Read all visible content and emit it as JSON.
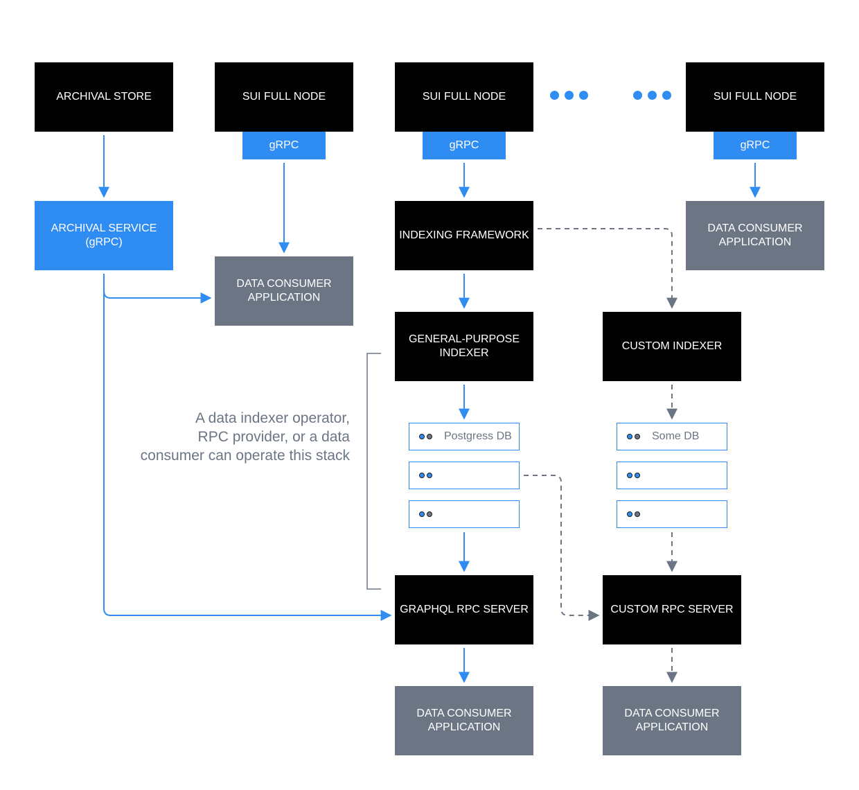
{
  "nodes": {
    "archival_store": "ARCHIVAL STORE",
    "sui_full_node_1": "SUI FULL NODE",
    "sui_full_node_2": "SUI FULL NODE",
    "sui_full_node_3": "SUI FULL NODE",
    "grpc_1": "gRPC",
    "grpc_2": "gRPC",
    "grpc_3": "gRPC",
    "archival_service": "ARCHIVAL SERVICE\n(gRPC)",
    "indexing_framework": "INDEXING FRAMEWORK",
    "data_consumer_top_right": "DATA CONSUMER\nAPPLICATION",
    "data_consumer_mid": "DATA CONSUMER\nAPPLICATION",
    "general_purpose_indexer": "GENERAL-PURPOSE\nINDEXER",
    "custom_indexer": "CUSTOM INDEXER",
    "graphql_rpc_server": "GRAPHQL RPC SERVER",
    "custom_rpc_server": "CUSTOM RPC SERVER",
    "data_consumer_bottom_left": "DATA CONSUMER\nAPPLICATION",
    "data_consumer_bottom_right": "DATA CONSUMER\nAPPLICATION"
  },
  "databases": {
    "postgres": "Postgress DB",
    "some_db": "Some DB"
  },
  "annotation": "A data indexer operator,\nRPC provider, or a data\nconsumer can operate this stack",
  "colors": {
    "accent_blue": "#2f8cf3",
    "node_black": "#000000",
    "consumer_grey": "#6b7584"
  }
}
